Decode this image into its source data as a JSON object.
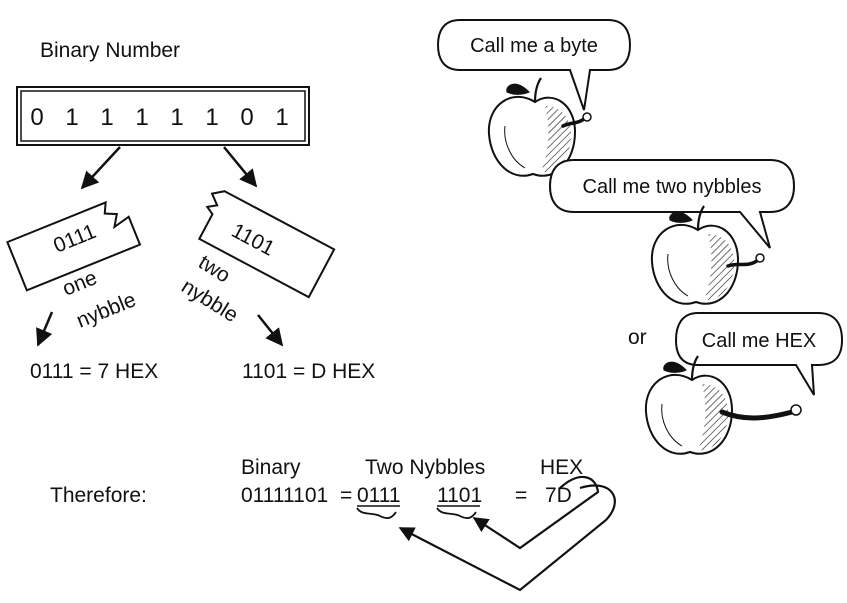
{
  "binary_number": {
    "title": "Binary Number",
    "bits": [
      "0",
      "1",
      "1",
      "1",
      "1",
      "1",
      "0",
      "1"
    ]
  },
  "nybbles": {
    "left": {
      "value": "0111",
      "caption_line1": "one",
      "caption_line2": "nybble",
      "result": "0111 = 7 HEX"
    },
    "right": {
      "value": "1101",
      "caption_line1": "two",
      "caption_line2": "nybble",
      "result": "1101 = D HEX"
    }
  },
  "speech_bubbles": {
    "byte": "Call me a byte",
    "two_nybbles": "Call me two nybbles",
    "or": "or",
    "hex": "Call me HEX"
  },
  "conclusion": {
    "header_binary": "Binary",
    "header_two_nybbles": "Two Nybbles",
    "header_hex": "HEX",
    "label": "Therefore:",
    "binary_value": "01111101",
    "equals_1": "=",
    "nybble_1": "0111",
    "nybble_2": "1101",
    "equals_2": "=",
    "hex_value": "7D"
  }
}
